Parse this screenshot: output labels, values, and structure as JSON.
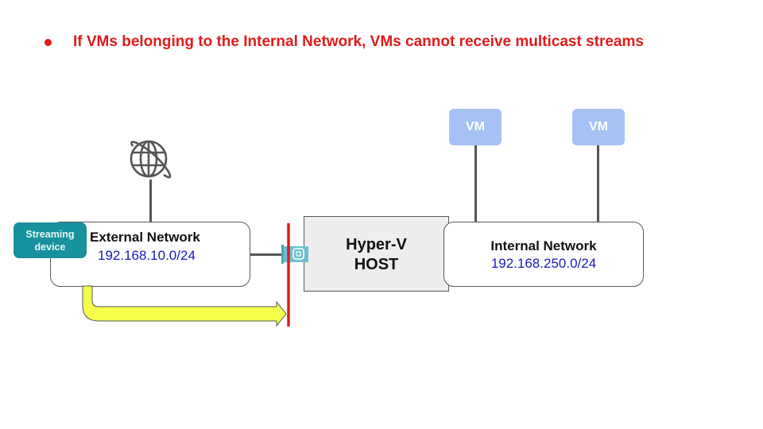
{
  "slide": {
    "bullet_text": "If VMs belonging to the Internal Network, VMs cannot receive multicast streams",
    "accent_color": "#e01b1b"
  },
  "external_network": {
    "title": "External Network",
    "subnet": "192.168.10.0/24",
    "icon": "globe-icon"
  },
  "streaming_device": {
    "label_line1": "Streaming",
    "label_line2": "device",
    "color": "#17919b"
  },
  "host": {
    "label_line1": "Hyper-V",
    "label_line2": "HOST",
    "nic_icon": "network-card-icon"
  },
  "internal_network": {
    "title": "Internal Network",
    "subnet": "192.168.250.0/24"
  },
  "vms": [
    {
      "label": "VM"
    },
    {
      "label": "VM"
    }
  ],
  "flow": {
    "arrow_color": "#f4ff4a",
    "blocked_marker_color": "#e01b1b"
  }
}
